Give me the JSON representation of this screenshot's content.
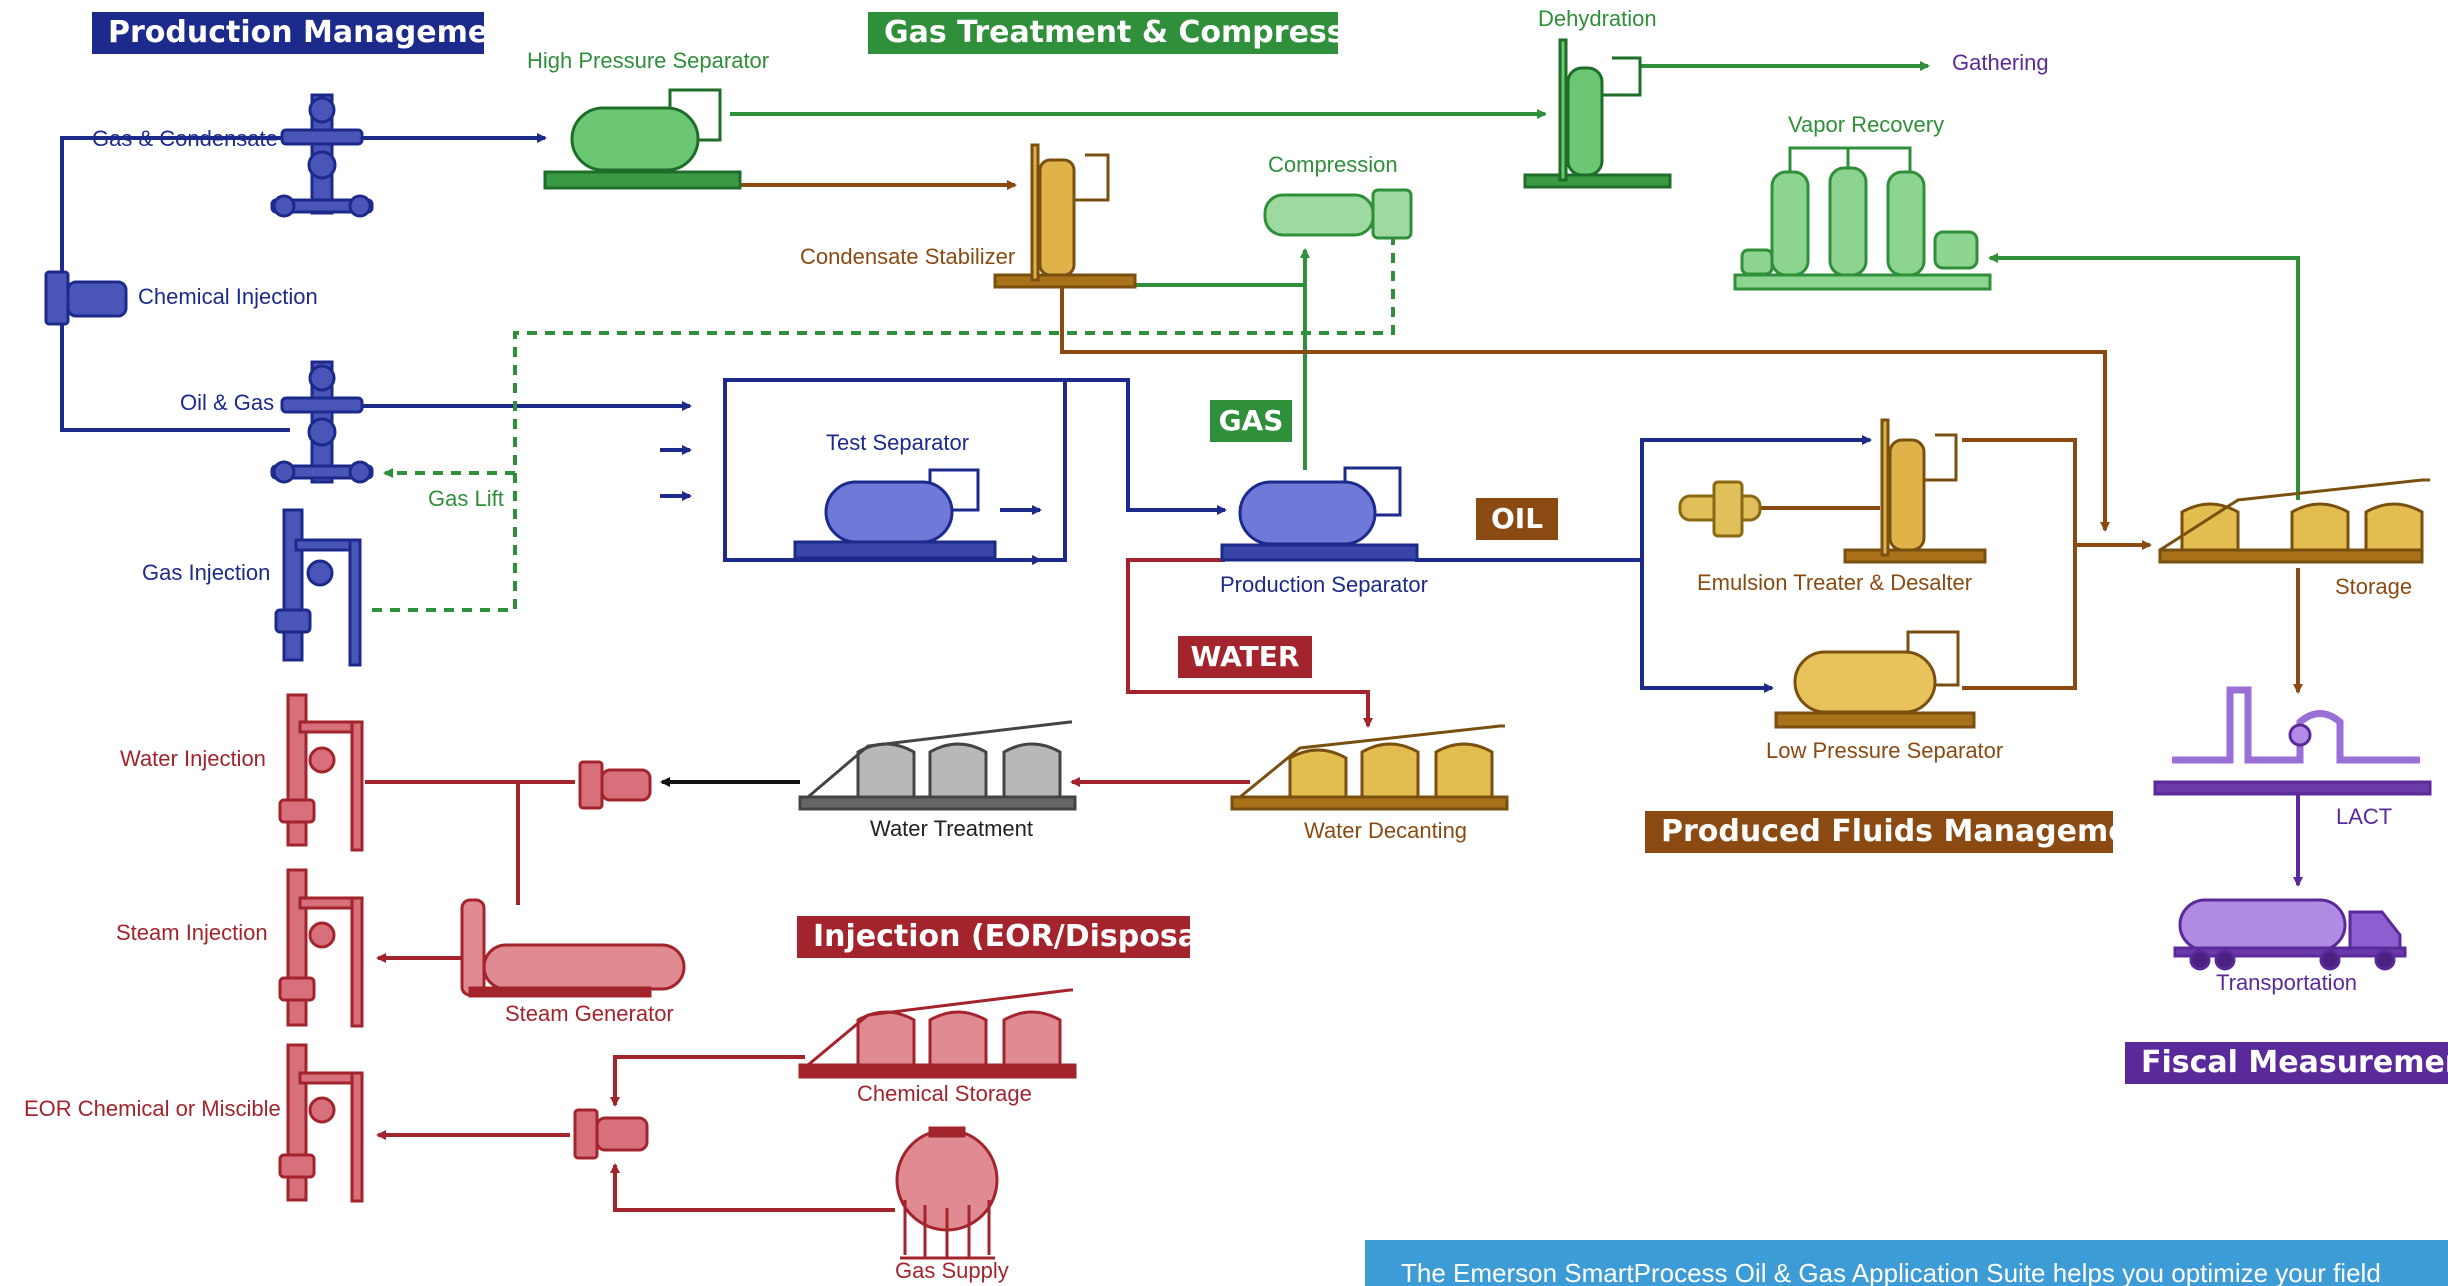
{
  "colors": {
    "production": "#1c2a8c",
    "gas": "#2f8f3a",
    "oil": "#8a4a12",
    "water": "#a3242c",
    "fiscal": "#5b2a9a",
    "footer": "#3d9bd6"
  },
  "sections": {
    "production_management": "Production Management",
    "gas_treatment": "Gas Treatment & Compression",
    "produced_fluids": "Produced Fluids Management",
    "injection": "Injection (EOR/Disposal)",
    "fiscal_measurement": "Fiscal Measurement"
  },
  "stream_tags": {
    "gas": "GAS",
    "oil": "OIL",
    "water": "WATER"
  },
  "labels": {
    "high_pressure_separator": "High Pressure Separator",
    "dehydration": "Dehydration",
    "gathering": "Gathering",
    "vapor_recovery": "Vapor Recovery",
    "compression": "Compression",
    "condensate_stabilizer": "Condensate Stabilizer",
    "gas_condensate": "Gas & Condensate",
    "chemical_injection": "Chemical Injection",
    "oil_gas": "Oil & Gas",
    "gas_lift": "Gas Lift",
    "gas_injection": "Gas Injection",
    "test_separator": "Test Separator",
    "production_separator": "Production Separator",
    "emulsion_treater": "Emulsion Treater & Desalter",
    "low_pressure_separator": "Low Pressure Separator",
    "storage": "Storage",
    "lact": "LACT",
    "transportation": "Transportation",
    "water_injection": "Water Injection",
    "water_treatment": "Water Treatment",
    "water_decanting": "Water Decanting",
    "steam_injection": "Steam Injection",
    "steam_generator": "Steam Generator",
    "eor_chemical": "EOR Chemical or Miscible",
    "chemical_storage": "Chemical Storage",
    "gas_supply": "Gas Supply"
  },
  "footer": {
    "text": "The Emerson SmartProcess Oil & Gas Application Suite helps you optimize your field"
  }
}
